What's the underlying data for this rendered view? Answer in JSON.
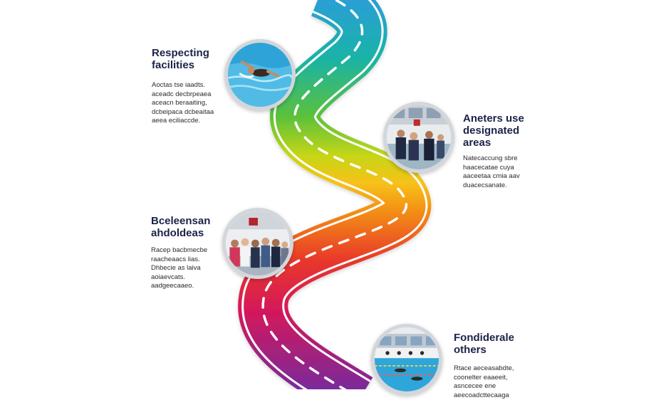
{
  "milestones": [
    {
      "title": "Respecting\nfacilities",
      "body": "Aoctas tse iaadts.\naceadc decbrpeaea\naceacn beraaiting,\ndcbeipaca dcbeaitaa\naeea eciliaccde.",
      "photo": "swimmer-photo"
    },
    {
      "title": "Aneters use\ndesignated\nareas",
      "body": "Natecaccung sbre\nhaacecatae cuya\naaceetaa cmia aav\nduacecsanate.",
      "photo": "spectators-photo"
    },
    {
      "title": "Bceleensan\nahdoldeas",
      "body": "Racep bacbmecbe\nraacheaacs lias.\nDhbecie as laiva\naoiaevcats.\naadgeecaaeo.",
      "photo": "crowd-photo"
    },
    {
      "title": "Fondiderale\nothers",
      "body": "Rtace aeceasabdte,\ncoonelter eaaeeit,\nasncecee ene\naeecoadcttecaaga",
      "photo": "pool-photo"
    }
  ],
  "colors": {
    "title": "#1b2347",
    "road_gradient": [
      "#2a9fd6",
      "#19b3a7",
      "#5cc13a",
      "#c6d617",
      "#f7c21a",
      "#f28a17",
      "#e8372a",
      "#d4185b",
      "#7a2a9a"
    ],
    "road_edge": "#ffffff",
    "photo_border": "#d3d6da"
  }
}
